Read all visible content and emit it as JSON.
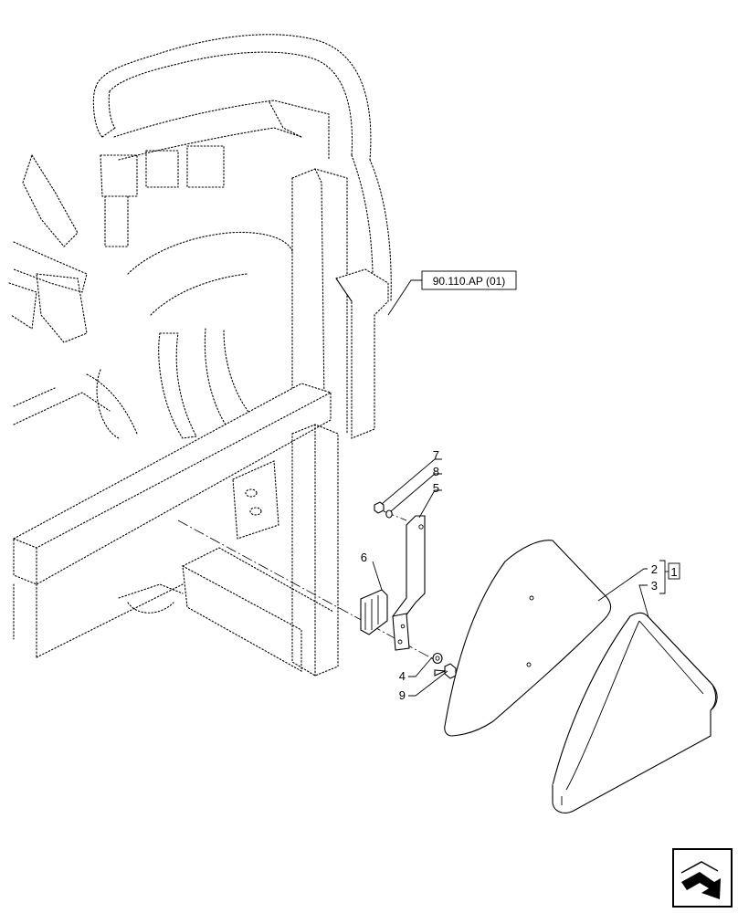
{
  "reference_box": {
    "text": "90.110.AP (01)"
  },
  "callouts": {
    "c7": "7",
    "c8": "8",
    "c5": "5",
    "c6": "6",
    "c4": "4",
    "c9": "9",
    "c2": "2",
    "c3": "3",
    "c1": "1"
  },
  "nav_icon": {
    "icon": "navigation-arrow-icon"
  }
}
